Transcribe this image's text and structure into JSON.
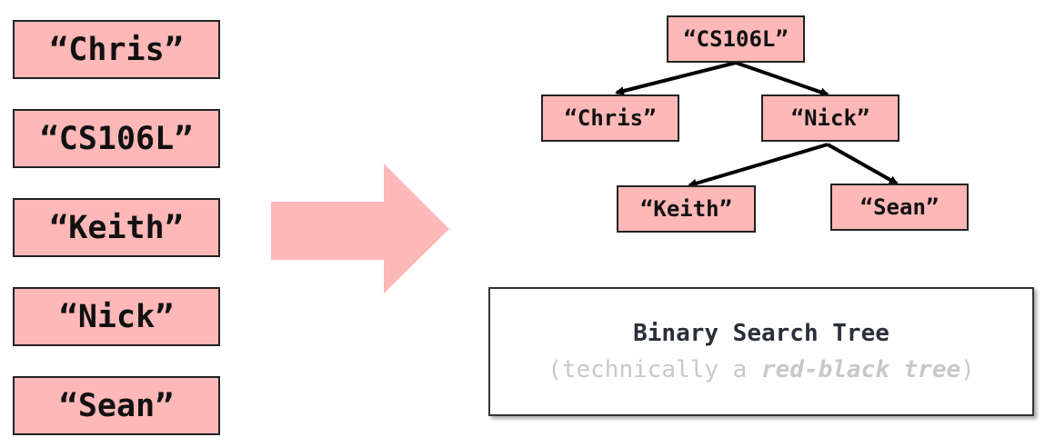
{
  "list": {
    "items": [
      "“Chris”",
      "“CS106L”",
      "“Keith”",
      "“Nick”",
      "“Sean”"
    ]
  },
  "tree": {
    "root": "“CS106L”",
    "left": "“Chris”",
    "right": "“Nick”",
    "right_left": "“Keith”",
    "right_right": "“Sean”"
  },
  "caption": {
    "title": "Binary Search Tree",
    "sub_prefix": "(technically a ",
    "sub_emphasis": "red-black tree",
    "sub_suffix": ")"
  },
  "colors": {
    "box_fill": "#ffb8b8",
    "arrow_fill": "#ffb8b8"
  }
}
